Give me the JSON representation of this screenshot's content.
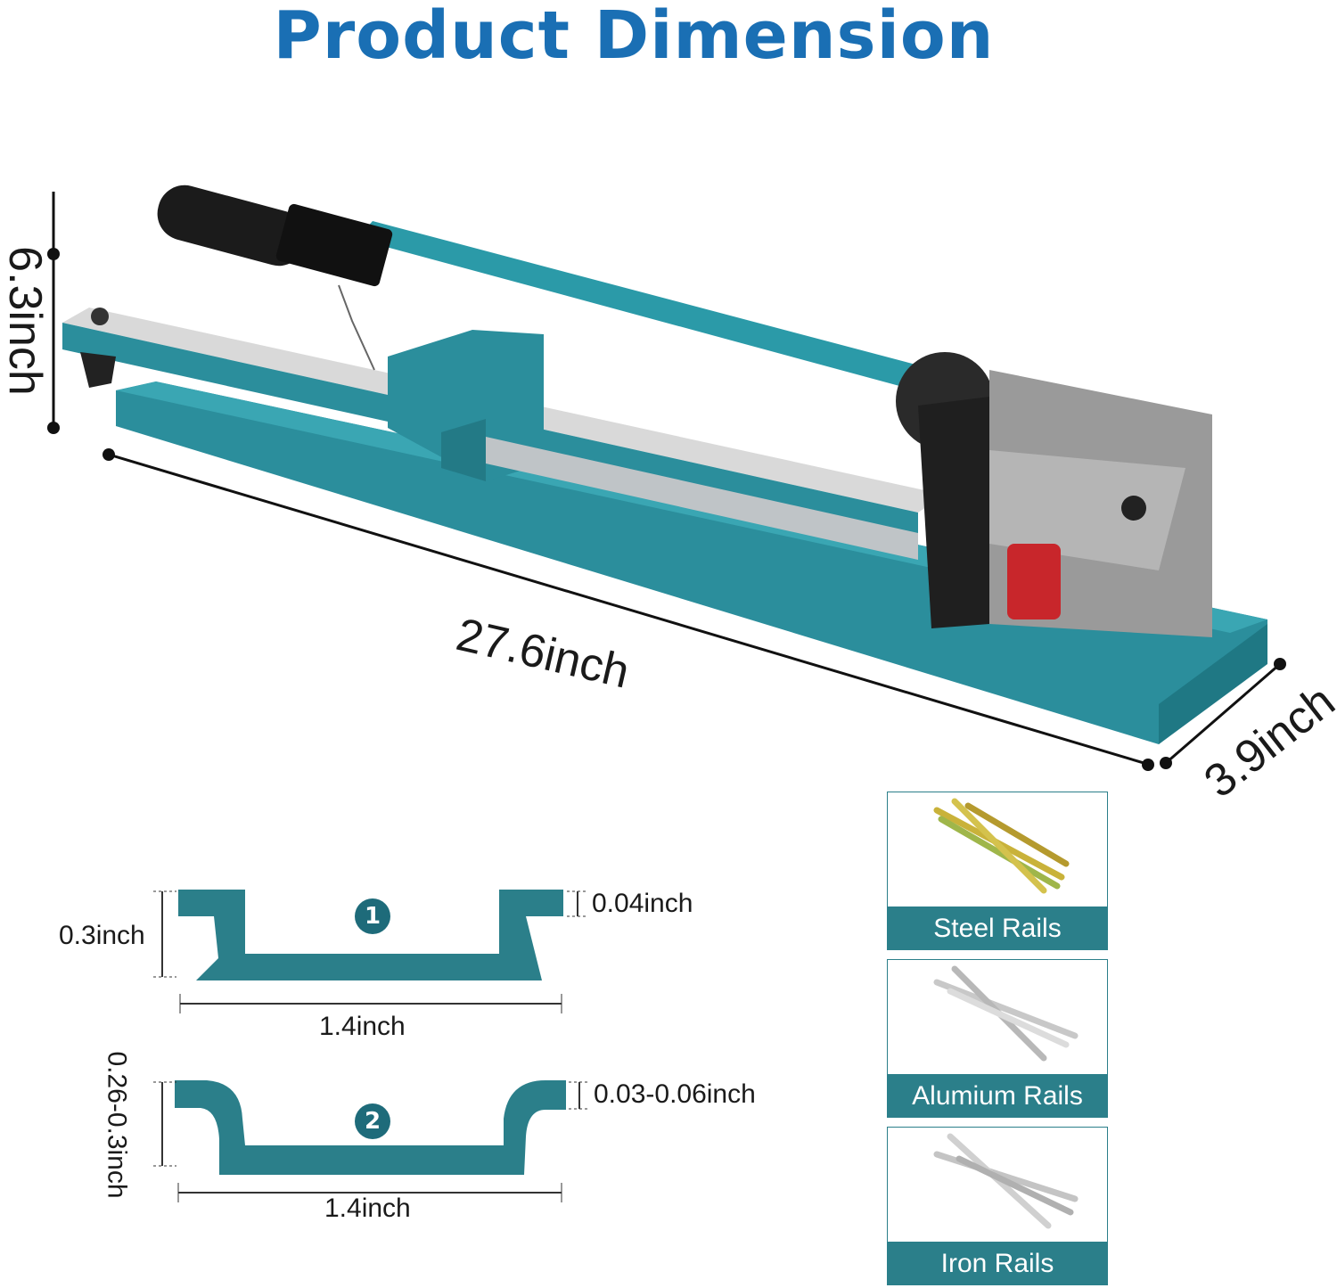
{
  "title": "Product Dimension",
  "product": {
    "height": "6.3inch",
    "length": "27.6inch",
    "depth": "3.9inch"
  },
  "profiles": [
    {
      "marker": "1",
      "height": "0.3inch",
      "thickness": "0.04inch",
      "width": "1.4inch"
    },
    {
      "marker": "2",
      "height": "0.26-0.3inch",
      "thickness": "0.03-0.06inch",
      "width": "1.4inch"
    }
  ],
  "rail_types": [
    {
      "label": "Steel Rails",
      "icon": "steel-rails-image"
    },
    {
      "label": "Alumium Rails",
      "icon": "aluminium-rails-image"
    },
    {
      "label": "Iron Rails",
      "icon": "iron-rails-image"
    }
  ],
  "colors": {
    "title": "#1a6fb4",
    "tool_body": "#2b8e9c",
    "profile_fill": "#2b7f8a",
    "caption_bg": "#2b7f8a",
    "spring": "#c8262b"
  }
}
